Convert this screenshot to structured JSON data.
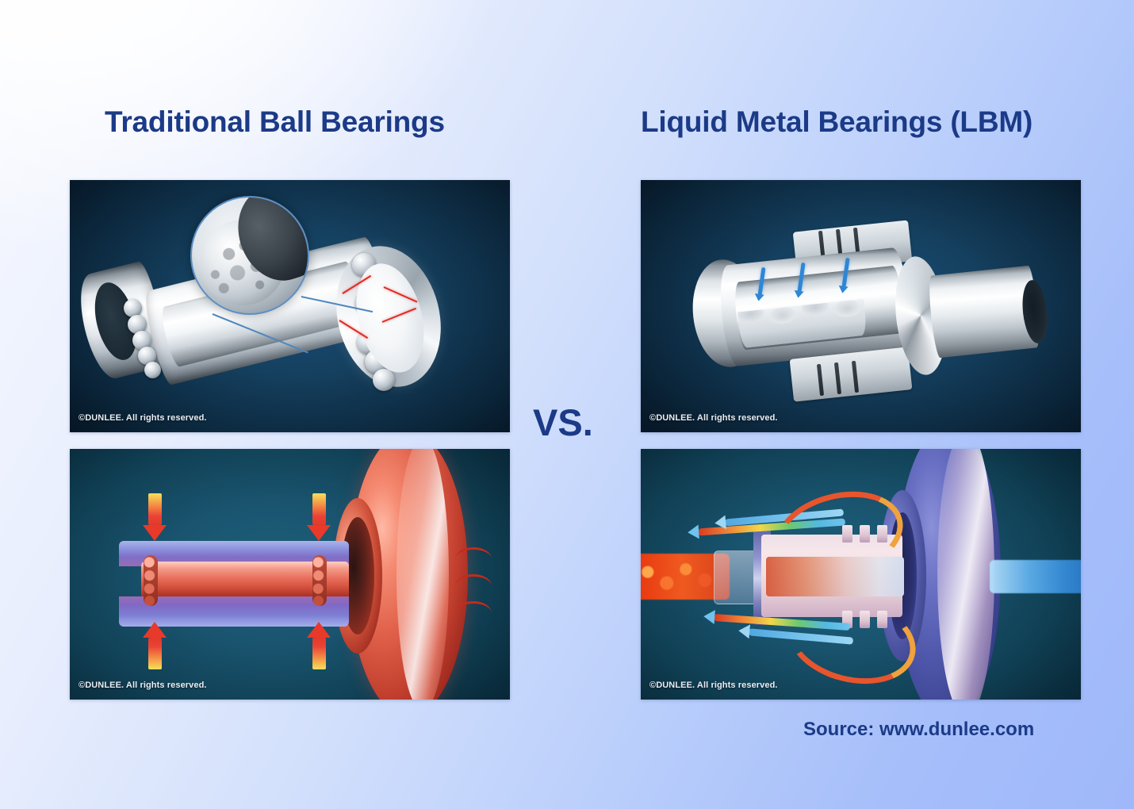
{
  "page": {
    "type": "comparison-infographic",
    "background_from": "#f7f9ff",
    "background_to": "#9fb8f9",
    "accent_color": "#1b3a87",
    "vs_label": "VS.",
    "source_label": "Source: www.dunlee.com"
  },
  "columns": [
    {
      "id": "left",
      "title": "Traditional Ball Bearings",
      "panels": [
        {
          "id": "tl",
          "name": "ball-bearing-cutaway",
          "caption": "Cutaway of a traditional ball bearing assembly with a magnified inset showing a pitted, worn ball surface and red friction indicator lines",
          "watermark": "©DUNLEE. All rights reserved.",
          "background": "#0d2b42"
        },
        {
          "id": "bl",
          "name": "ball-bearing-thermal",
          "caption": "Thermal cross-section: hot red anode disc with inward red-yellow heat arrows and red heat wave lines indicating poor heat transfer",
          "watermark": "©DUNLEE. All rights reserved.",
          "background": "#114257"
        }
      ]
    },
    {
      "id": "right",
      "title": "Liquid Metal Bearings (LBM)",
      "panels": [
        {
          "id": "tr",
          "name": "liquid-metal-bearing-cutaway",
          "caption": "Cutaway of a liquid metal bearing showing blue arrows tracing liquid metal flow through the spiral groove sleeve",
          "watermark": "©DUNLEE. All rights reserved.",
          "background": "#0d2b42"
        },
        {
          "id": "br",
          "name": "liquid-metal-bearing-thermal",
          "caption": "Thermal cross-section: cool purple anode disc with red-to-blue gradient arrows showing heat flowing out and away, hot red inflow and cool blue outflow jets",
          "watermark": "©DUNLEE. All rights reserved.",
          "background": "#114257"
        }
      ]
    }
  ]
}
